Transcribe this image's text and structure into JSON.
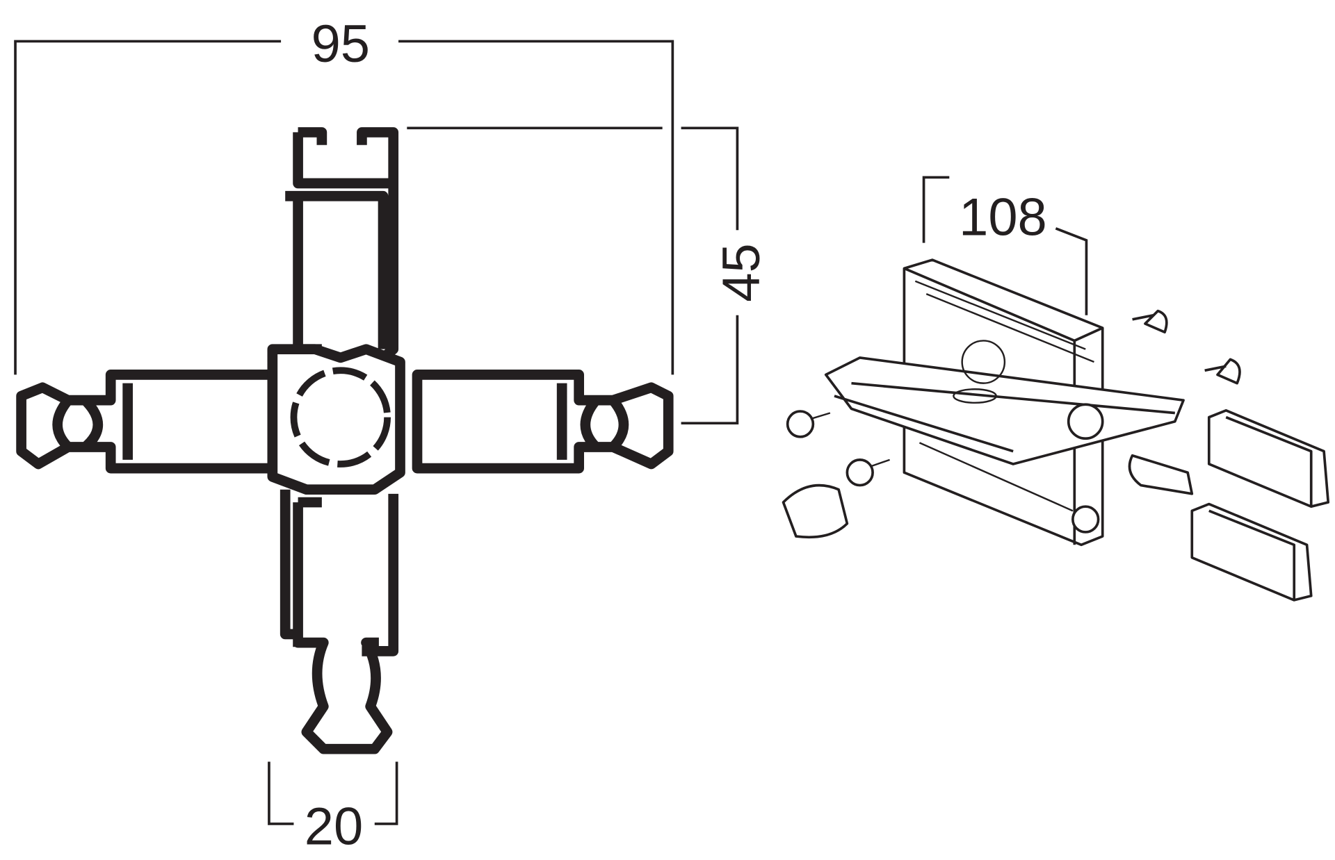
{
  "drawing": {
    "dimensions": {
      "overall_width": "95",
      "arm_height": "45",
      "connector_length": "108",
      "profile_width": "20"
    },
    "colors": {
      "line": "#231f20",
      "background": "#ffffff"
    }
  }
}
